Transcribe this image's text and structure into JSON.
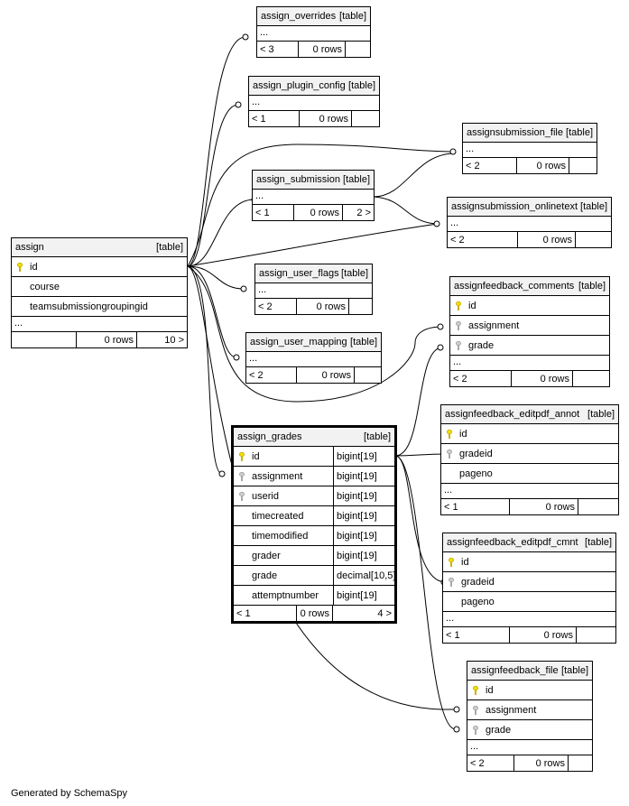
{
  "footer": "Generated by SchemaSpy",
  "tables": {
    "assign_overrides": {
      "name": "assign_overrides",
      "type": "[table]",
      "more": "...",
      "parents": "< 3",
      "rows": "0 rows",
      "children": ""
    },
    "assign_plugin_config": {
      "name": "assign_plugin_config",
      "type": "[table]",
      "more": "...",
      "parents": "< 1",
      "rows": "0 rows",
      "children": ""
    },
    "assignsubmission_file": {
      "name": "assignsubmission_file",
      "type": "[table]",
      "more": "...",
      "parents": "< 2",
      "rows": "0 rows",
      "children": ""
    },
    "assign_submission": {
      "name": "assign_submission",
      "type": "[table]",
      "more": "...",
      "parents": "< 1",
      "rows": "0 rows",
      "children": "2 >"
    },
    "assignsubmission_onlinetext": {
      "name": "assignsubmission_onlinetext",
      "type": "[table]",
      "more": "...",
      "parents": "< 2",
      "rows": "0 rows",
      "children": ""
    },
    "assign": {
      "name": "assign",
      "type": "[table]",
      "columns": [
        "id",
        "course",
        "teamsubmissiongroupingid"
      ],
      "more": "...",
      "parents": "",
      "rows": "0 rows",
      "children": "10 >"
    },
    "assign_user_flags": {
      "name": "assign_user_flags",
      "type": "[table]",
      "more": "...",
      "parents": "< 2",
      "rows": "0 rows",
      "children": ""
    },
    "assignfeedback_comments": {
      "name": "assignfeedback_comments",
      "type": "[table]",
      "columns": [
        "id",
        "assignment",
        "grade"
      ],
      "more": "...",
      "parents": "< 2",
      "rows": "0 rows",
      "children": ""
    },
    "assign_user_mapping": {
      "name": "assign_user_mapping",
      "type": "[table]",
      "more": "...",
      "parents": "< 2",
      "rows": "0 rows",
      "children": ""
    },
    "assign_grades": {
      "name": "assign_grades",
      "type": "[table]",
      "columns": [
        {
          "name": "id",
          "type": "bigint[19]"
        },
        {
          "name": "assignment",
          "type": "bigint[19]"
        },
        {
          "name": "userid",
          "type": "bigint[19]"
        },
        {
          "name": "timecreated",
          "type": "bigint[19]"
        },
        {
          "name": "timemodified",
          "type": "bigint[19]"
        },
        {
          "name": "grader",
          "type": "bigint[19]"
        },
        {
          "name": "grade",
          "type": "decimal[10,5]"
        },
        {
          "name": "attemptnumber",
          "type": "bigint[19]"
        }
      ],
      "parents": "< 1",
      "rows": "0 rows",
      "children": "4 >"
    },
    "assignfeedback_editpdf_annot": {
      "name": "assignfeedback_editpdf_annot",
      "type": "[table]",
      "columns": [
        "id",
        "gradeid",
        "pageno"
      ],
      "more": "...",
      "parents": "< 1",
      "rows": "0 rows",
      "children": ""
    },
    "assignfeedback_editpdf_cmnt": {
      "name": "assignfeedback_editpdf_cmnt",
      "type": "[table]",
      "columns": [
        "id",
        "gradeid",
        "pageno"
      ],
      "more": "...",
      "parents": "< 1",
      "rows": "0 rows",
      "children": ""
    },
    "assignfeedback_file": {
      "name": "assignfeedback_file",
      "type": "[table]",
      "columns": [
        "id",
        "assignment",
        "grade"
      ],
      "more": "...",
      "parents": "< 2",
      "rows": "0 rows",
      "children": ""
    }
  }
}
